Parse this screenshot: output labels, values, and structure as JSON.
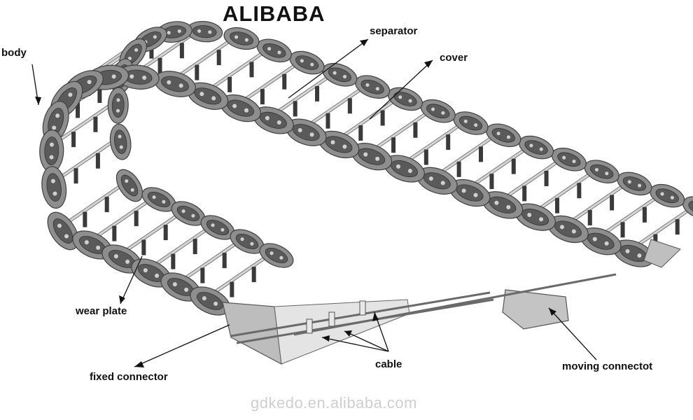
{
  "title": "ALIBABA",
  "labels": {
    "body": "body",
    "separator": "separator",
    "cover": "cover",
    "wear_plate": "wear plate",
    "fixed_connector": "fixed connector",
    "cable": "cable",
    "moving_connector": "moving connectot"
  },
  "watermark": "gdkedo.en.alibaba.com",
  "colors": {
    "link": "#8e8e8e",
    "link_dark": "#5a5a5a",
    "bar": "#d6d6d6",
    "separator": "#3a3a3a",
    "connector": "#bdbdbd",
    "arrow": "#111111"
  }
}
